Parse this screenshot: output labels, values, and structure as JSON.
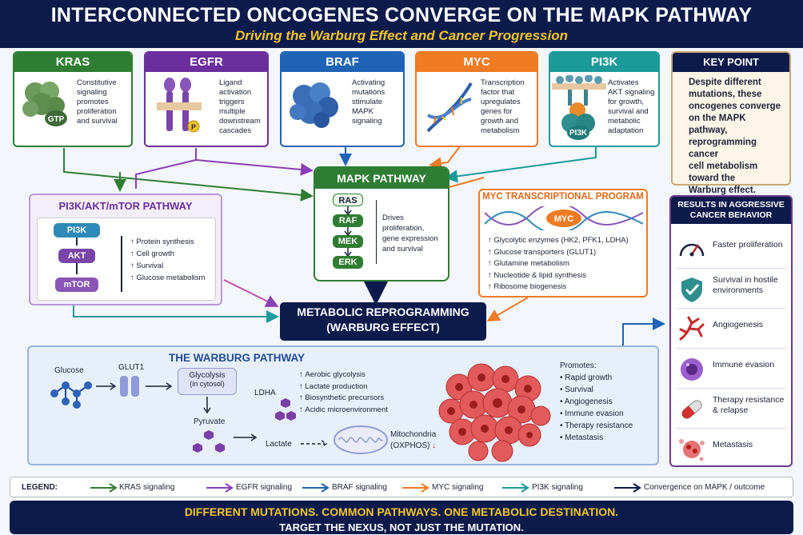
{
  "header": {
    "title": "INTERCONNECTED ONCOGENES CONVERGE ON THE MAPK PATHWAY",
    "subtitle": "Driving the Warburg Effect and Cancer Progression"
  },
  "colors": {
    "kras": "#2f7d32",
    "egfr": "#6a2f9c",
    "braf": "#1f63b5",
    "myc": "#ef7b22",
    "pi3k": "#1c9a9a",
    "navy": "#0d1b4c",
    "gold": "#f3c623"
  },
  "oncogenes": {
    "kras": {
      "name": "KRAS",
      "desc": [
        "Constitutive",
        "signaling",
        "promotes",
        "proliferation",
        "and survival"
      ],
      "tag": "GTP",
      "icon": "protein-cluster-icon"
    },
    "egfr": {
      "name": "EGFR",
      "desc": [
        "Ligand",
        "activation",
        "triggers",
        "multiple",
        "downstream",
        "cascades"
      ],
      "tag": "P",
      "icon": "receptor-icon"
    },
    "braf": {
      "name": "BRAF",
      "desc": [
        "Activating",
        "mutations",
        "stimulate",
        "MAPK",
        "signaling"
      ],
      "icon": "protein-blob-icon"
    },
    "myc": {
      "name": "MYC",
      "desc": [
        "Transcription",
        "factor that",
        "upregulates",
        "genes for",
        "growth and",
        "metabolism"
      ],
      "icon": "dna-helix-icon"
    },
    "pi3k": {
      "name": "PI3K",
      "desc": [
        "Activates",
        "AKT signaling",
        "for growth,",
        "survival and",
        "metabolic",
        "adaptation"
      ],
      "tag": "PI3K",
      "icon": "kinase-complex-icon"
    }
  },
  "key_point": {
    "title": "KEY POINT",
    "lines": [
      "Despite different",
      "mutations, these",
      "oncogenes converge",
      "on the MAPK pathway,",
      "reprogramming cancer",
      "cell metabolism",
      "toward the",
      "Warburg effect."
    ]
  },
  "pi3k_pathway": {
    "title": "PI3K/AKT/mTOR PATHWAY",
    "nodes": [
      "PI3K",
      "AKT",
      "mTOR"
    ],
    "effects": [
      "Protein synthesis",
      "Cell growth",
      "Survival",
      "Glucose metabolism"
    ]
  },
  "mapk": {
    "title": "MAPK PATHWAY",
    "nodes": [
      "RAS",
      "RAF",
      "MEK",
      "ERK"
    ],
    "desc": [
      "Drives",
      "proliferation,",
      "gene expression",
      "and survival"
    ]
  },
  "myc_program": {
    "title": "MYC TRANSCRIPTIONAL PROGRAM",
    "center": "MYC",
    "items": [
      "Glycolytic enzymes (HK2, PFK1, LDHA)",
      "Glucose transporters (GLUT1)",
      "Glutamine metabolism",
      "Nucleotide & lipid synthesis",
      "Ribosome biogenesis"
    ]
  },
  "metabolic": {
    "line1": "METABOLIC REPROGRAMMING",
    "line2": "(WARBURG EFFECT)"
  },
  "warburg": {
    "title": "THE WARBURG PATHWAY",
    "glucose": "Glucose",
    "glut1": "GLUT1",
    "glycolysis": "Glycolysis",
    "cytosol": "(in cytosol)",
    "ldha": "LDHA",
    "pyruvate": "Pyruvate",
    "lactate": "Lactate",
    "mito": "Mitochondria",
    "oxphos": "(OXPHOS)",
    "effects": [
      "Aerobic glycolysis",
      "Lactate production",
      "Biosynthetic precursors",
      "Acidic microenvironment"
    ],
    "promotes_title": "Promotes:",
    "promotes": [
      "Rapid growth",
      "Survival",
      "Angiogenesis",
      "Immune evasion",
      "Therapy resistance",
      "Metastasis"
    ]
  },
  "results": {
    "title": "RESULTS IN AGGRESSIVE CANCER BEHAVIOR",
    "items": [
      {
        "label": "Faster proliferation",
        "icon": "speedometer-icon"
      },
      {
        "label": "Survival in hostile environments",
        "icon": "shield-check-icon"
      },
      {
        "label": "Angiogenesis",
        "icon": "blood-vessel-icon"
      },
      {
        "label": "Immune evasion",
        "icon": "immune-cell-icon"
      },
      {
        "label": "Therapy resistance & relapse",
        "icon": "capsule-icon"
      },
      {
        "label": "Metastasis",
        "icon": "tumor-cell-icon"
      }
    ]
  },
  "legend": {
    "title": "LEGEND:",
    "items": [
      {
        "label": "KRAS signaling",
        "color": "#2f7d32"
      },
      {
        "label": "EGFR signaling",
        "color": "#8a3fb8"
      },
      {
        "label": "BRAF signaling",
        "color": "#1f63b5"
      },
      {
        "label": "MYC signaling",
        "color": "#ef7b22"
      },
      {
        "label": "PI3K signaling",
        "color": "#1c9a9a"
      },
      {
        "label": "Convergence on MAPK / outcome",
        "color": "#0d1b4c"
      }
    ]
  },
  "footer": {
    "line1": "DIFFERENT MUTATIONS. COMMON PATHWAYS. ONE METABOLIC DESTINATION.",
    "line2": "TARGET THE NEXUS, NOT JUST THE MUTATION."
  }
}
